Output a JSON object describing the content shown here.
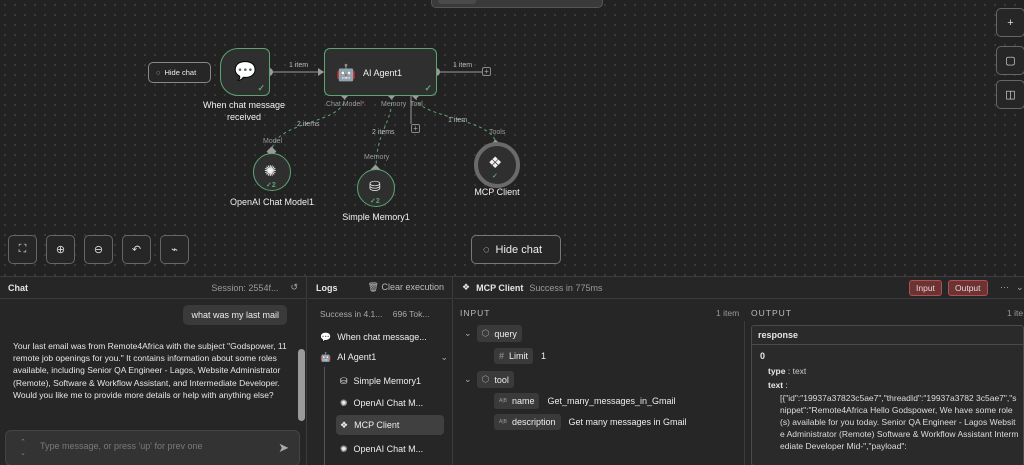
{
  "canvas": {
    "hide_chat_small": "Hide chat",
    "hide_chat_big": "Hide chat",
    "nodes": {
      "trigger": "When chat message received",
      "agent": "AI Agent1",
      "openai": "OpenAI Chat Model1",
      "memory": "Simple Memory1",
      "mcp": "MCP Client"
    },
    "ports": {
      "chat_model": "Chat Model",
      "chat_model_required": "*",
      "memory": "Memory",
      "tool": "Tool",
      "model_in": "Model",
      "memory_in": "Memory",
      "tools_in": "Tools"
    },
    "edges": {
      "trigger_agent": "1 item",
      "agent_out": "1 item",
      "model": "2 items",
      "memory": "2 items",
      "tool": "1 item"
    },
    "badges": {
      "openai": "2",
      "memory": "2"
    }
  },
  "chat": {
    "title": "Chat",
    "session": "Session: 2554f...",
    "user_message": "what was my last mail",
    "bot_message": "Your last email was from Remote4Africa with the subject \"Godspower, 11 remote job openings for you.\" It contains information about some roles available, including Senior QA Engineer - Lagos, Website Administrator (Remote), Software & Workflow Assistant, and Intermediate Developer. Would you like me to provide more details or help with anything else?",
    "input_placeholder": "Type message, or press 'up' for prev one"
  },
  "logs": {
    "title": "Logs",
    "clear_label": "Clear execution",
    "status": "Success in 4.1...",
    "tokens": "696 Tok...",
    "items": [
      {
        "label": "When chat message..."
      },
      {
        "label": "AI Agent1"
      },
      {
        "label": "Simple Memory1"
      },
      {
        "label": "OpenAI Chat M..."
      },
      {
        "label": "MCP Client"
      },
      {
        "label": "OpenAI Chat M..."
      }
    ]
  },
  "detail": {
    "node_name": "MCP Client",
    "status": "Success in 775ms",
    "input_btn": "Input",
    "output_btn": "Output",
    "input_title": "INPUT",
    "input_count": "1 item",
    "output_title": "OUTPUT",
    "output_count": "1 ite",
    "query_key": "query",
    "limit_key": "Limit",
    "limit_val": "1",
    "tool_key": "tool",
    "name_key": "name",
    "name_val": "Get_many_messages_in_Gmail",
    "desc_key": "description",
    "desc_val": "Get many messages in Gmail",
    "type_tag": "A|B",
    "response_key": "response",
    "index": "0",
    "type_label": "type",
    "type_val": "text",
    "text_label": "text",
    "text_val": "[{\"id\":\"19937a37823c5ae7\",\"threadId\":\"19937a3782 3c5ae7\",\"snippet\":\"Remote4Africa Hello Godspower, We have some role(s) available for you today. Senior QA Engineer - Lagos Website Administrator (Remote) Software & Workflow Assistant Intermediate Developer Mid-\",\"payload\":"
  },
  "colors": {
    "accent_green": "#5aa673",
    "danger": "#b05050"
  }
}
